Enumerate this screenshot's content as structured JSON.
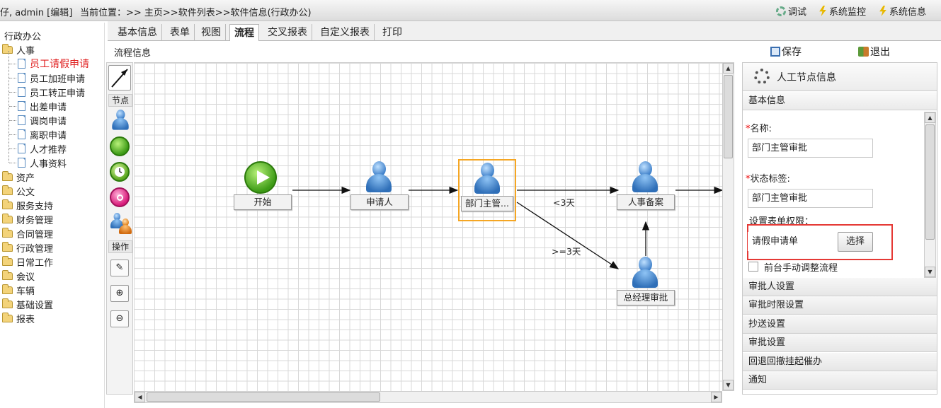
{
  "header": {
    "user_text": "仔, admin [编辑]",
    "location": "当前位置：>> 主页>>软件列表>>软件信息(行政办公)",
    "tools": [
      {
        "label": "调试",
        "icon": "debug-gear-icon"
      },
      {
        "label": "系统监控",
        "icon": "lightning-icon"
      },
      {
        "label": "系统信息",
        "icon": "lightning-icon"
      }
    ]
  },
  "tree": {
    "root": "行政办公",
    "personnel": "人事",
    "personnel_items": [
      "员工请假申请",
      "员工加班申请",
      "员工转正申请",
      "出差申请",
      "调岗申请",
      "离职申请",
      "人才推荐",
      "人事资料"
    ],
    "folders": [
      "资产",
      "公文",
      "服务支持",
      "财务管理",
      "合同管理",
      "行政管理",
      "日常工作",
      "会议",
      "车辆",
      "基础设置",
      "报表"
    ],
    "selected_color": "#e02020"
  },
  "tabs": [
    "基本信息",
    "表单",
    "视图",
    "流程",
    "交叉报表",
    "自定义报表",
    "打印"
  ],
  "active_tab": "流程",
  "subbar": {
    "title": "流程信息",
    "save": "保存",
    "exit": "退出"
  },
  "toolbox": {
    "nodes_label": "节点",
    "ops_label": "操作"
  },
  "flow": {
    "nodes": {
      "start": "开始",
      "applicant": "申请人",
      "dept": "部门主管...",
      "hr": "人事备案",
      "gm": "总经理审批"
    },
    "edges": {
      "lt3": "<3天",
      "ge3": ">=3天"
    },
    "highlight_color": "#f5a623"
  },
  "panel": {
    "title": "人工节点信息",
    "section_basic": "基本信息",
    "name_label": "名称:",
    "name_value": "部门主管审批",
    "status_label": "状态标签:",
    "status_value": "部门主管审批",
    "perm_label": "设置表单权限：",
    "perm_value": "请假申请单",
    "choose": "选择",
    "manual_adjust": "前台手动调整流程",
    "sections": [
      "审批人设置",
      "审批时限设置",
      "抄送设置",
      "审批设置",
      "回退回撤挂起催办",
      "通知"
    ],
    "redbox_color": "#e53935"
  }
}
